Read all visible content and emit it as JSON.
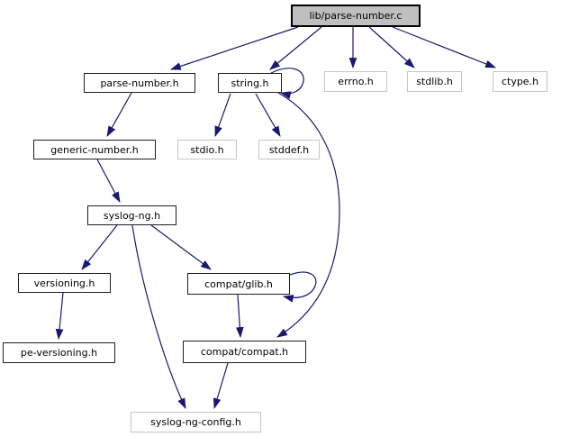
{
  "diagram": {
    "kind": "include-dependency-graph",
    "root_file": "lib/parse-number.c",
    "colors": {
      "edge": "#191970",
      "root_fill": "#bfbfbf",
      "documented_border": "#1f1f1f",
      "external_border": "#c6c6c6",
      "background": "#ffffff",
      "text": "#000000"
    },
    "nodes": [
      {
        "id": "lib-parse-number-c",
        "label": "lib/parse-number.c",
        "kind": "root"
      },
      {
        "id": "parse-number-h",
        "label": "parse-number.h",
        "kind": "documented"
      },
      {
        "id": "string-h",
        "label": "string.h",
        "kind": "documented"
      },
      {
        "id": "errno-h",
        "label": "errno.h",
        "kind": "external"
      },
      {
        "id": "stdlib-h",
        "label": "stdlib.h",
        "kind": "external"
      },
      {
        "id": "ctype-h",
        "label": "ctype.h",
        "kind": "external"
      },
      {
        "id": "generic-number-h",
        "label": "generic-number.h",
        "kind": "documented"
      },
      {
        "id": "stdio-h",
        "label": "stdio.h",
        "kind": "external"
      },
      {
        "id": "stddef-h",
        "label": "stddef.h",
        "kind": "external"
      },
      {
        "id": "syslog-ng-h",
        "label": "syslog-ng.h",
        "kind": "documented"
      },
      {
        "id": "versioning-h",
        "label": "versioning.h",
        "kind": "documented"
      },
      {
        "id": "compat-glib-h",
        "label": "compat/glib.h",
        "kind": "documented"
      },
      {
        "id": "pe-versioning-h",
        "label": "pe-versioning.h",
        "kind": "documented"
      },
      {
        "id": "compat-compat-h",
        "label": "compat/compat.h",
        "kind": "documented"
      },
      {
        "id": "syslog-ng-config-h",
        "label": "syslog-ng-config.h",
        "kind": "external"
      }
    ],
    "edges": [
      {
        "from": "lib-parse-number-c",
        "to": "parse-number.h"
      },
      {
        "from": "lib-parse-number-c",
        "to": "string.h"
      },
      {
        "from": "lib-parse-number-c",
        "to": "errno.h"
      },
      {
        "from": "lib-parse-number-c",
        "to": "stdlib.h"
      },
      {
        "from": "lib-parse-number-c",
        "to": "ctype.h"
      },
      {
        "from": "parse-number-h",
        "to": "generic-number.h"
      },
      {
        "from": "string-h",
        "to": "string.h",
        "self_loop": true
      },
      {
        "from": "string-h",
        "to": "stdio.h"
      },
      {
        "from": "string-h",
        "to": "stddef.h"
      },
      {
        "from": "string-h",
        "to": "compat/compat.h"
      },
      {
        "from": "generic-number-h",
        "to": "syslog-ng.h"
      },
      {
        "from": "syslog-ng-h",
        "to": "versioning.h"
      },
      {
        "from": "syslog-ng-h",
        "to": "compat/glib.h"
      },
      {
        "from": "syslog-ng-h",
        "to": "syslog-ng-config.h"
      },
      {
        "from": "versioning-h",
        "to": "pe-versioning.h"
      },
      {
        "from": "compat-glib-h",
        "to": "compat/glib.h",
        "self_loop": true
      },
      {
        "from": "compat-glib-h",
        "to": "compat/compat.h"
      },
      {
        "from": "compat-compat-h",
        "to": "syslog-ng-config.h"
      }
    ]
  }
}
